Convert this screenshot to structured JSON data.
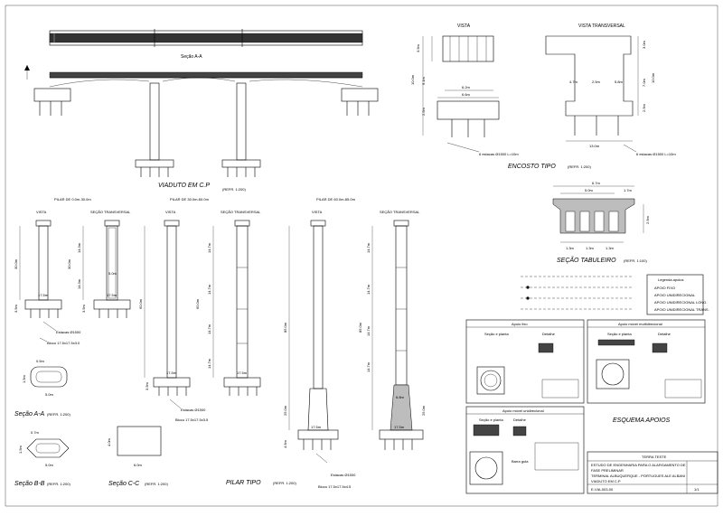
{
  "viaduto": {
    "secao_aa_top": "Seção A-A",
    "title": "VIADUTO EM C.P",
    "ref": "(REFR. 1:200)"
  },
  "encosto": {
    "vista": "VISTA",
    "vista_transversal": "VISTA TRANSVERSAL",
    "dims_left": [
      "3.5m",
      "10.0m",
      "9.1m",
      "2.5m",
      "6.2m",
      "6.6m"
    ],
    "dims_right": [
      "3.0m",
      "4.7m",
      "2.5m",
      "5.8m",
      "7.0m",
      "10.0m",
      "2.5m",
      "13.0m"
    ],
    "estacas_left": "6 estacas Ø1500 L=10m",
    "estacas_right": "6 estacas Ø1500 L=10m",
    "title": "ENCOSTO TIPO",
    "ref": "(REFR. 1:200)"
  },
  "tabuleiro": {
    "dims": [
      "6.7m",
      "5.0m",
      "1.7m",
      "2.5m",
      "1.3m",
      "1.3m",
      "1.3m"
    ],
    "title": "SEÇÃO TABULEIRO",
    "ref": "(REFR. 1:100)"
  },
  "pilares": {
    "group1": "PILAR DE 0.0m-30.0m",
    "group2": "PILAR DE 30.0m-60.0m",
    "group3": "PILAR DE 60.0m-85.0m",
    "vista": "VISTA",
    "secao_transversal": "SEÇÃO TRANSVERSAL",
    "p1_dims": [
      "30.0m",
      "14.3m",
      "30.0m",
      "14.3m",
      "5.0m",
      "17.5m",
      "17.5m",
      "3.5m",
      "3.5m"
    ],
    "p1_estacas": "Estacas Ø1500",
    "p1_bloco": "Bloco 17.5x17.5x3.0",
    "p2_dims": [
      "60.0m",
      "14.7m",
      "60.0m",
      "14.7m",
      "14.7m",
      "14.7m",
      "17.5m",
      "17.5m",
      "3.5m"
    ],
    "p2_estacas": "Estacas Ø1500",
    "p2_bloco": "Bloco 17.5x17.5x3.5",
    "p3_dims": [
      "85.0m",
      "14.7m",
      "85.0m",
      "14.7m",
      "14.7m",
      "14.7m",
      "25.0m",
      "25.0m",
      "6.8m",
      "17.5m",
      "17.5m",
      "4.5m"
    ],
    "p3_estacas": "Estacas Ø1500",
    "p3_bloco": "Bloco 17.5x17.5x4.5",
    "title": "PILAR TIPO",
    "ref": "(REFR. 1:200)"
  },
  "secoes": {
    "aa_dims": [
      "0.5m",
      "1.5m",
      "5.0m"
    ],
    "aa_title": "Seção A-A",
    "bb_dims": [
      "0.7m",
      "1.5m",
      "5.0m"
    ],
    "bb_title": "Seção B-B",
    "cc_dims": [
      "4.0m",
      "6.0m"
    ],
    "cc_title": "Seção C-C",
    "ref": "(REFR. 1:200)"
  },
  "apoios": {
    "legenda_title": "Legenda apoios",
    "legenda_items": [
      "APOIO FIXO",
      "APOIO UNIDIRECIONAL",
      "APOIO UNIDIRECIONAL LONG.",
      "APOIO UNIDIRECIONAL TRANS."
    ],
    "fixo_title": "Apoio fixo",
    "movel_multi_title": "Apoio móvel multidirecional",
    "movel_uni_title": "Apoio móvel unidirecional",
    "secao_planta": "Seção e planta",
    "detalhe": "Detalhe",
    "barra_guia": "Barra guia",
    "title": "ESQUEMA APOIOS"
  },
  "titleblock": {
    "company": "TERRA TESTE",
    "line1": "ESTUDO DE ENGENHARIA PARA O ALARGAMENTO DE",
    "line2": "FASE PRELIMINAR",
    "line3": "TERMINAL ALBUQUERQUE - PORTUGUES ALE ALBANI",
    "line4": "VIADUTO EM C.P",
    "code": "E-VIA-003-00",
    "sheet": "1/1"
  },
  "colors": {
    "line": "#000000",
    "fill": "#bdbdbd",
    "dark": "#444444"
  }
}
